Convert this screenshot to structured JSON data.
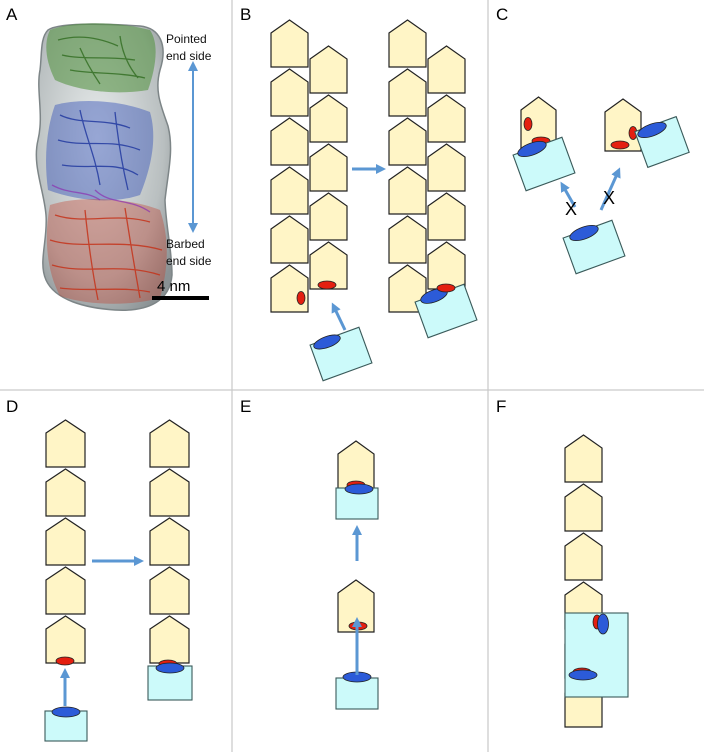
{
  "panels": {
    "A": {
      "letter": "A",
      "top_label_line1": "Pointed",
      "top_label_line2": "end side",
      "bottom_label_line1": "Barbed",
      "bottom_label_line2": "end side",
      "scale_label": "4 nm"
    },
    "B": {
      "letter": "B"
    },
    "C": {
      "letter": "C",
      "blocked_mark": "X"
    },
    "D": {
      "letter": "D"
    },
    "E": {
      "letter": "E"
    },
    "F": {
      "letter": "F"
    }
  },
  "colors": {
    "subunit_fill": "#fff5c6",
    "subunit_stroke": "#222222",
    "capper_fill": "#ccfafa",
    "capper_stroke": "#3a5a5a",
    "red_site": "#e41f10",
    "blue_site": "#2c5bd8",
    "arrow": "#5b97d3",
    "grid_line": "#c9c9c9"
  },
  "icons": [
    "pentagon-subunit",
    "capping-block",
    "arrow-icon",
    "cross-mark-icon"
  ]
}
